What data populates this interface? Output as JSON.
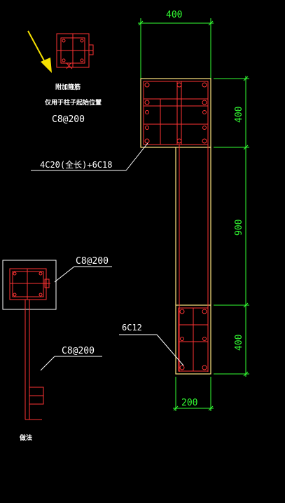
{
  "colors": {
    "background": "#000000",
    "rebar": "#ff3333",
    "dimension": "#33ff33",
    "outline": "#ffe680",
    "text": "#ffffff",
    "arrow": "#f5e000"
  },
  "dimensions": {
    "top_width": "400",
    "seg_top": "400",
    "seg_middle": "900",
    "seg_bottom": "400",
    "bottom_width": "200"
  },
  "labels": {
    "note_line1": "附加箍筋",
    "note_line2": "仅用于柱子起始位置",
    "stirrup_top": "C8@200",
    "main_rebar": "4C20(全长)+6C18",
    "stirrup_small_1": "C8@200",
    "stirrup_small_2": "C8@200",
    "bottom_rebar": "6C12",
    "small_detail_caption": "做法"
  },
  "icons": [
    "arrow-icon",
    "stirrup-detail-icon"
  ]
}
